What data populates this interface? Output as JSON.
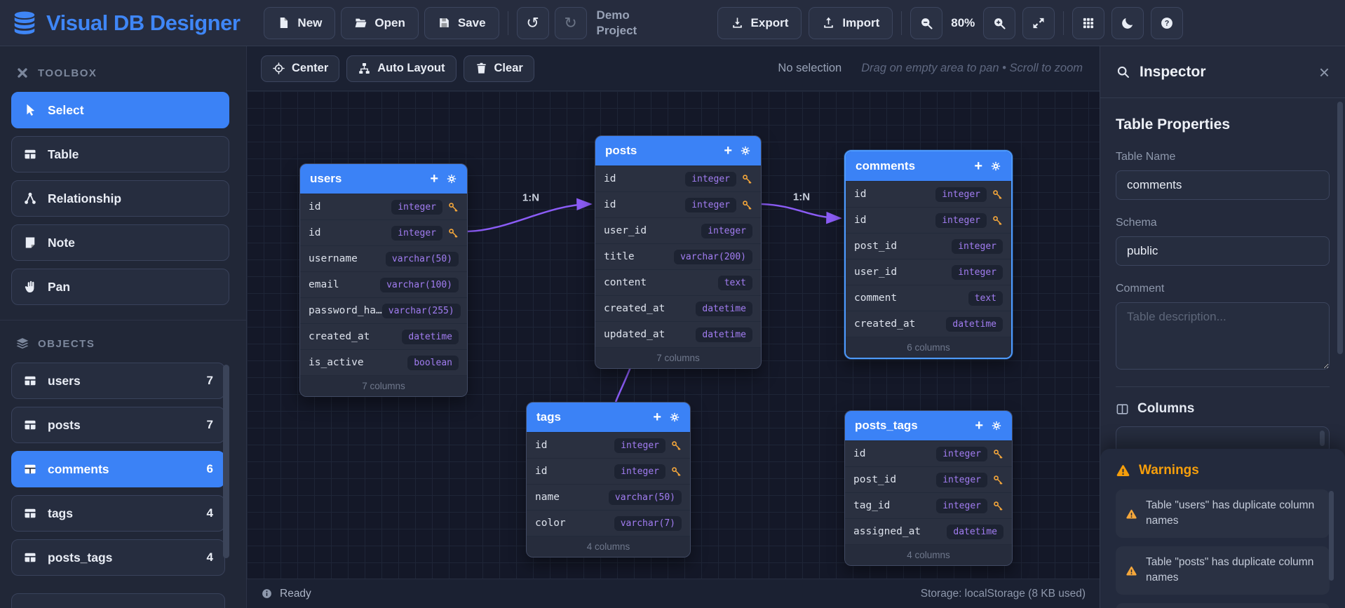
{
  "app": {
    "title": "Visual DB Designer"
  },
  "header": {
    "new_label": "New",
    "open_label": "Open",
    "save_label": "Save",
    "project_name": "Demo Project",
    "export_label": "Export",
    "import_label": "Import",
    "zoom_level": "80%"
  },
  "toolbox": {
    "title": "TOOLBOX",
    "items": [
      {
        "label": "Select",
        "icon": "cursor-icon",
        "active": true
      },
      {
        "label": "Table",
        "icon": "table-icon",
        "active": false
      },
      {
        "label": "Relationship",
        "icon": "relationship-icon",
        "active": false
      },
      {
        "label": "Note",
        "icon": "note-icon",
        "active": false
      },
      {
        "label": "Pan",
        "icon": "hand-icon",
        "active": false
      }
    ]
  },
  "objects": {
    "title": "OBJECTS",
    "items": [
      {
        "label": "users",
        "count": "7",
        "active": false
      },
      {
        "label": "posts",
        "count": "7",
        "active": false
      },
      {
        "label": "comments",
        "count": "6",
        "active": true
      },
      {
        "label": "tags",
        "count": "4",
        "active": false
      },
      {
        "label": "posts_tags",
        "count": "4",
        "active": false
      }
    ]
  },
  "canvas": {
    "toolbar": {
      "center_label": "Center",
      "auto_layout_label": "Auto Layout",
      "clear_label": "Clear",
      "selection_status": "No selection",
      "hint": "Drag on empty area to pan • Scroll to zoom"
    },
    "tables": [
      {
        "name": "users",
        "selected": false,
        "footer": "7 columns",
        "columns": [
          {
            "name": "id",
            "type": "integer",
            "key": true
          },
          {
            "name": "id",
            "type": "integer",
            "key": true
          },
          {
            "name": "username",
            "type": "varchar(50)",
            "key": false
          },
          {
            "name": "email",
            "type": "varchar(100)",
            "key": false
          },
          {
            "name": "password_ha…",
            "type": "varchar(255)",
            "key": false
          },
          {
            "name": "created_at",
            "type": "datetime",
            "key": false
          },
          {
            "name": "is_active",
            "type": "boolean",
            "key": false
          }
        ]
      },
      {
        "name": "posts",
        "selected": false,
        "footer": "7 columns",
        "columns": [
          {
            "name": "id",
            "type": "integer",
            "key": true
          },
          {
            "name": "id",
            "type": "integer",
            "key": true
          },
          {
            "name": "user_id",
            "type": "integer",
            "key": false
          },
          {
            "name": "title",
            "type": "varchar(200)",
            "key": false
          },
          {
            "name": "content",
            "type": "text",
            "key": false
          },
          {
            "name": "created_at",
            "type": "datetime",
            "key": false
          },
          {
            "name": "updated_at",
            "type": "datetime",
            "key": false
          }
        ]
      },
      {
        "name": "comments",
        "selected": true,
        "footer": "6 columns",
        "columns": [
          {
            "name": "id",
            "type": "integer",
            "key": true
          },
          {
            "name": "id",
            "type": "integer",
            "key": true
          },
          {
            "name": "post_id",
            "type": "integer",
            "key": false
          },
          {
            "name": "user_id",
            "type": "integer",
            "key": false
          },
          {
            "name": "comment",
            "type": "text",
            "key": false
          },
          {
            "name": "created_at",
            "type": "datetime",
            "key": false
          }
        ]
      },
      {
        "name": "tags",
        "selected": false,
        "footer": "4 columns",
        "columns": [
          {
            "name": "id",
            "type": "integer",
            "key": true
          },
          {
            "name": "id",
            "type": "integer",
            "key": true
          },
          {
            "name": "name",
            "type": "varchar(50)",
            "key": false
          },
          {
            "name": "color",
            "type": "varchar(7)",
            "key": false
          }
        ]
      },
      {
        "name": "posts_tags",
        "selected": false,
        "footer": "4 columns",
        "columns": [
          {
            "name": "id",
            "type": "integer",
            "key": true
          },
          {
            "name": "post_id",
            "type": "integer",
            "key": true
          },
          {
            "name": "tag_id",
            "type": "integer",
            "key": true
          },
          {
            "name": "assigned_at",
            "type": "datetime",
            "key": false
          }
        ]
      }
    ],
    "relationships": [
      {
        "label": "1:N"
      },
      {
        "label": "1:N"
      },
      {
        "label": ""
      }
    ]
  },
  "statusbar": {
    "ready": "Ready",
    "storage": "Storage: localStorage (8 KB used)"
  },
  "inspector": {
    "title": "Inspector",
    "section_title": "Table Properties",
    "table_name_label": "Table Name",
    "table_name_value": "comments",
    "schema_label": "Schema",
    "schema_value": "public",
    "comment_label": "Comment",
    "comment_placeholder": "Table description...",
    "columns_title": "Columns",
    "warnings_title": "Warnings",
    "warnings": [
      "Table \"users\" has duplicate column names",
      "Table \"posts\" has duplicate column names"
    ]
  },
  "colors": {
    "accent_blue": "#3b82f6",
    "relationship_purple": "#8b5cf6",
    "key_orange": "#f5a73b",
    "warning_orange": "#f59e0b"
  }
}
